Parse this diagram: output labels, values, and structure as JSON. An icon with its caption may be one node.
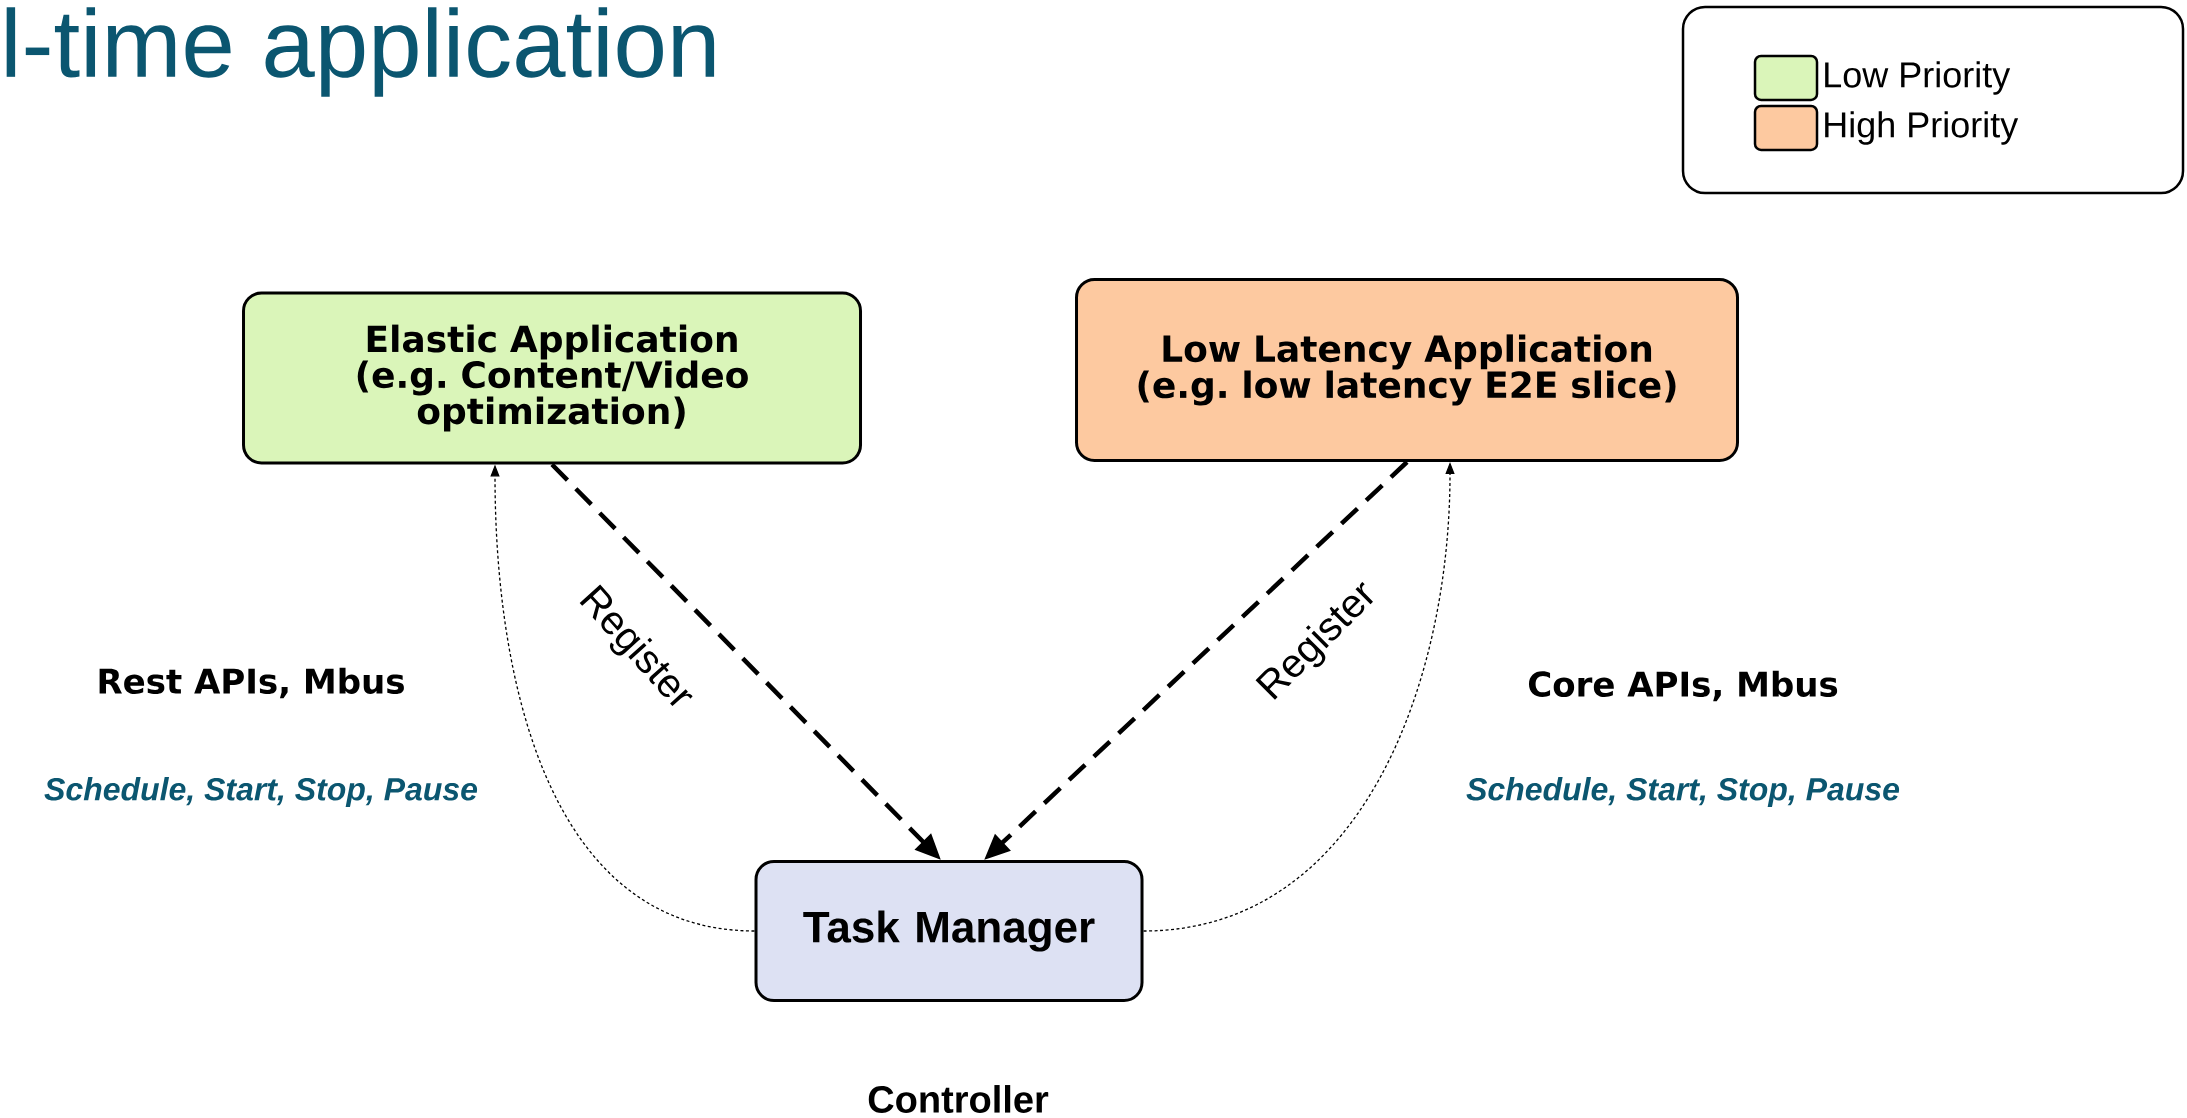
{
  "diagram": {
    "title": "l-time application",
    "nodes": [
      {
        "text": [
          "Elastic Application (e.g. Content/Video optimization)"
        ]
      },
      {
        "text": [
          "Low Latency Application (e.g. low latency E2E slice)"
        ]
      },
      {
        "text": [
          "Task Manager"
        ]
      }
    ],
    "edges": [
      {
        "from": 0,
        "to": 2,
        "arrow": "to",
        "label": "Register",
        "style": "dashed"
      },
      {
        "from": 1,
        "to": 2,
        "arrow": "to",
        "label": "Register",
        "style": "dashed"
      },
      {
        "from": 2,
        "to": 0,
        "arrow": "to"
      },
      {
        "from": 2,
        "to": 1,
        "arrow": "to"
      }
    ],
    "labels": [
      "Rest APIs, Mbus",
      "Schedule, Start, Stop, Pause",
      "Core APIs, Mbus",
      "Schedule, Start, Stop, Pause",
      "Controller"
    ],
    "legend": [
      {
        "text": "Low Priority",
        "color": "#daf5b9"
      },
      {
        "text": "High Priority",
        "color": "#fdc9a0"
      }
    ]
  }
}
